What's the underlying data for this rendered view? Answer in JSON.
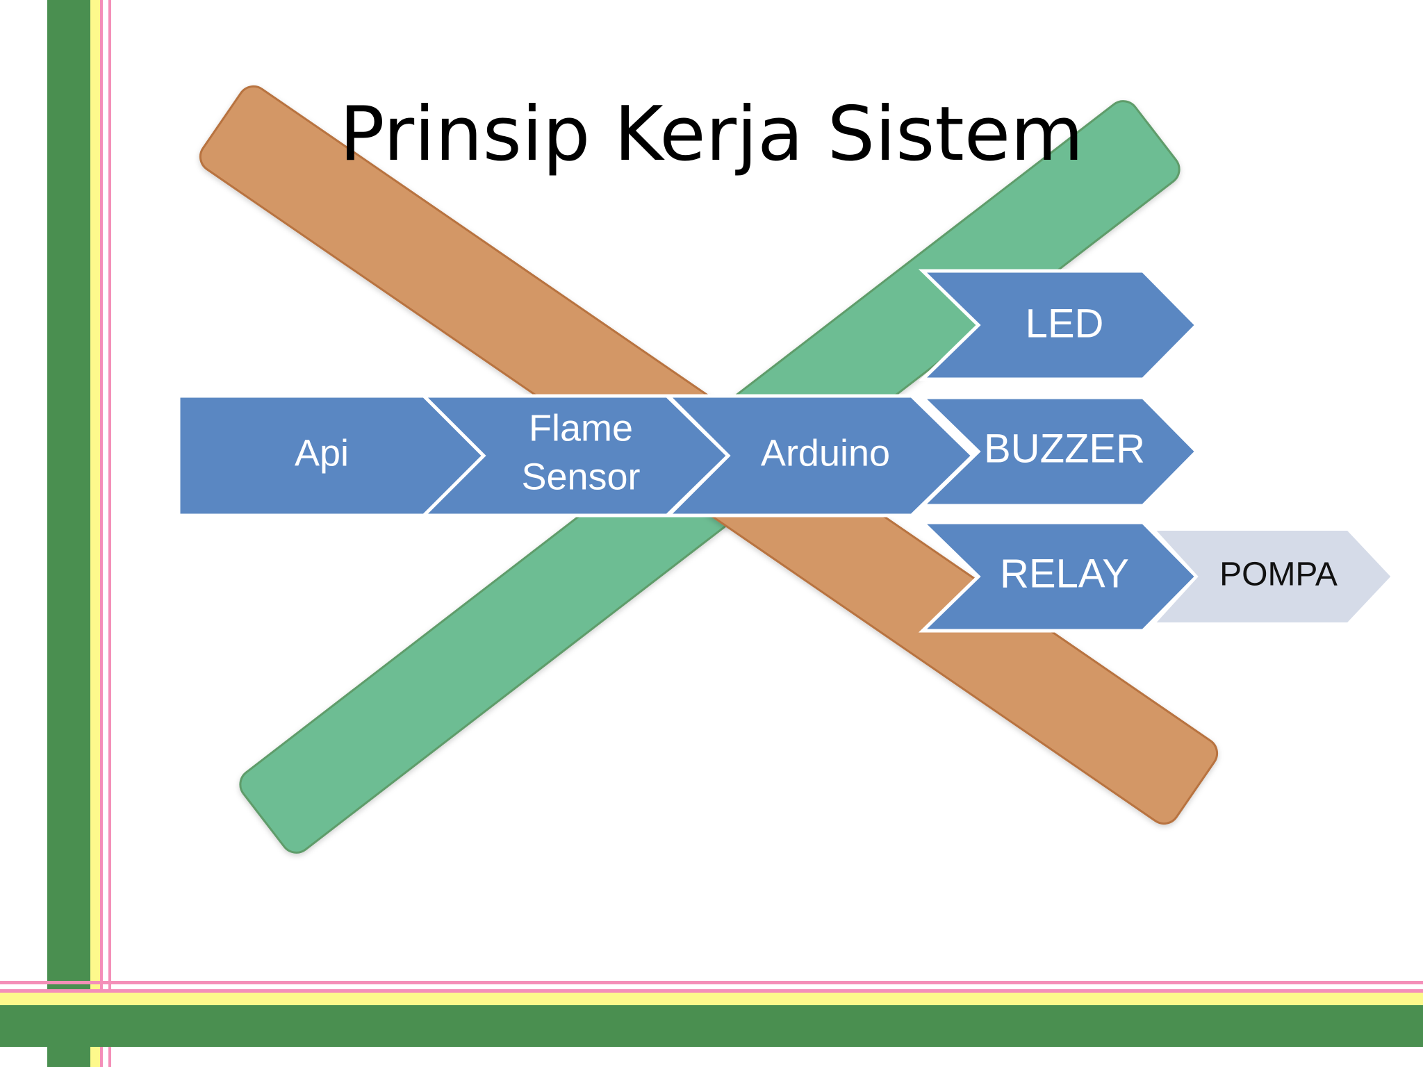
{
  "slide": {
    "title": "Prinsip Kerja Sistem"
  },
  "flow": {
    "main": [
      {
        "id": "api",
        "lines": [
          "Api"
        ]
      },
      {
        "id": "flame-sensor",
        "lines": [
          "Flame",
          "Sensor"
        ]
      },
      {
        "id": "arduino",
        "lines": [
          "Arduino"
        ]
      }
    ],
    "outputs": [
      {
        "id": "led",
        "label": "LED"
      },
      {
        "id": "buzzer",
        "label": "BUZZER"
      },
      {
        "id": "relay",
        "label": "RELAY"
      }
    ],
    "relay_target": {
      "id": "pompa",
      "label": "POMPA"
    }
  },
  "colors": {
    "chevron_blue": "#5a87c2",
    "chevron_light": "#d5dbe8",
    "band_orange": "#d39766",
    "band_green": "#6dbd93",
    "frame_green": "#4a8f50",
    "frame_yellow": "#fdf98c",
    "frame_pink": "#f48fb8"
  }
}
